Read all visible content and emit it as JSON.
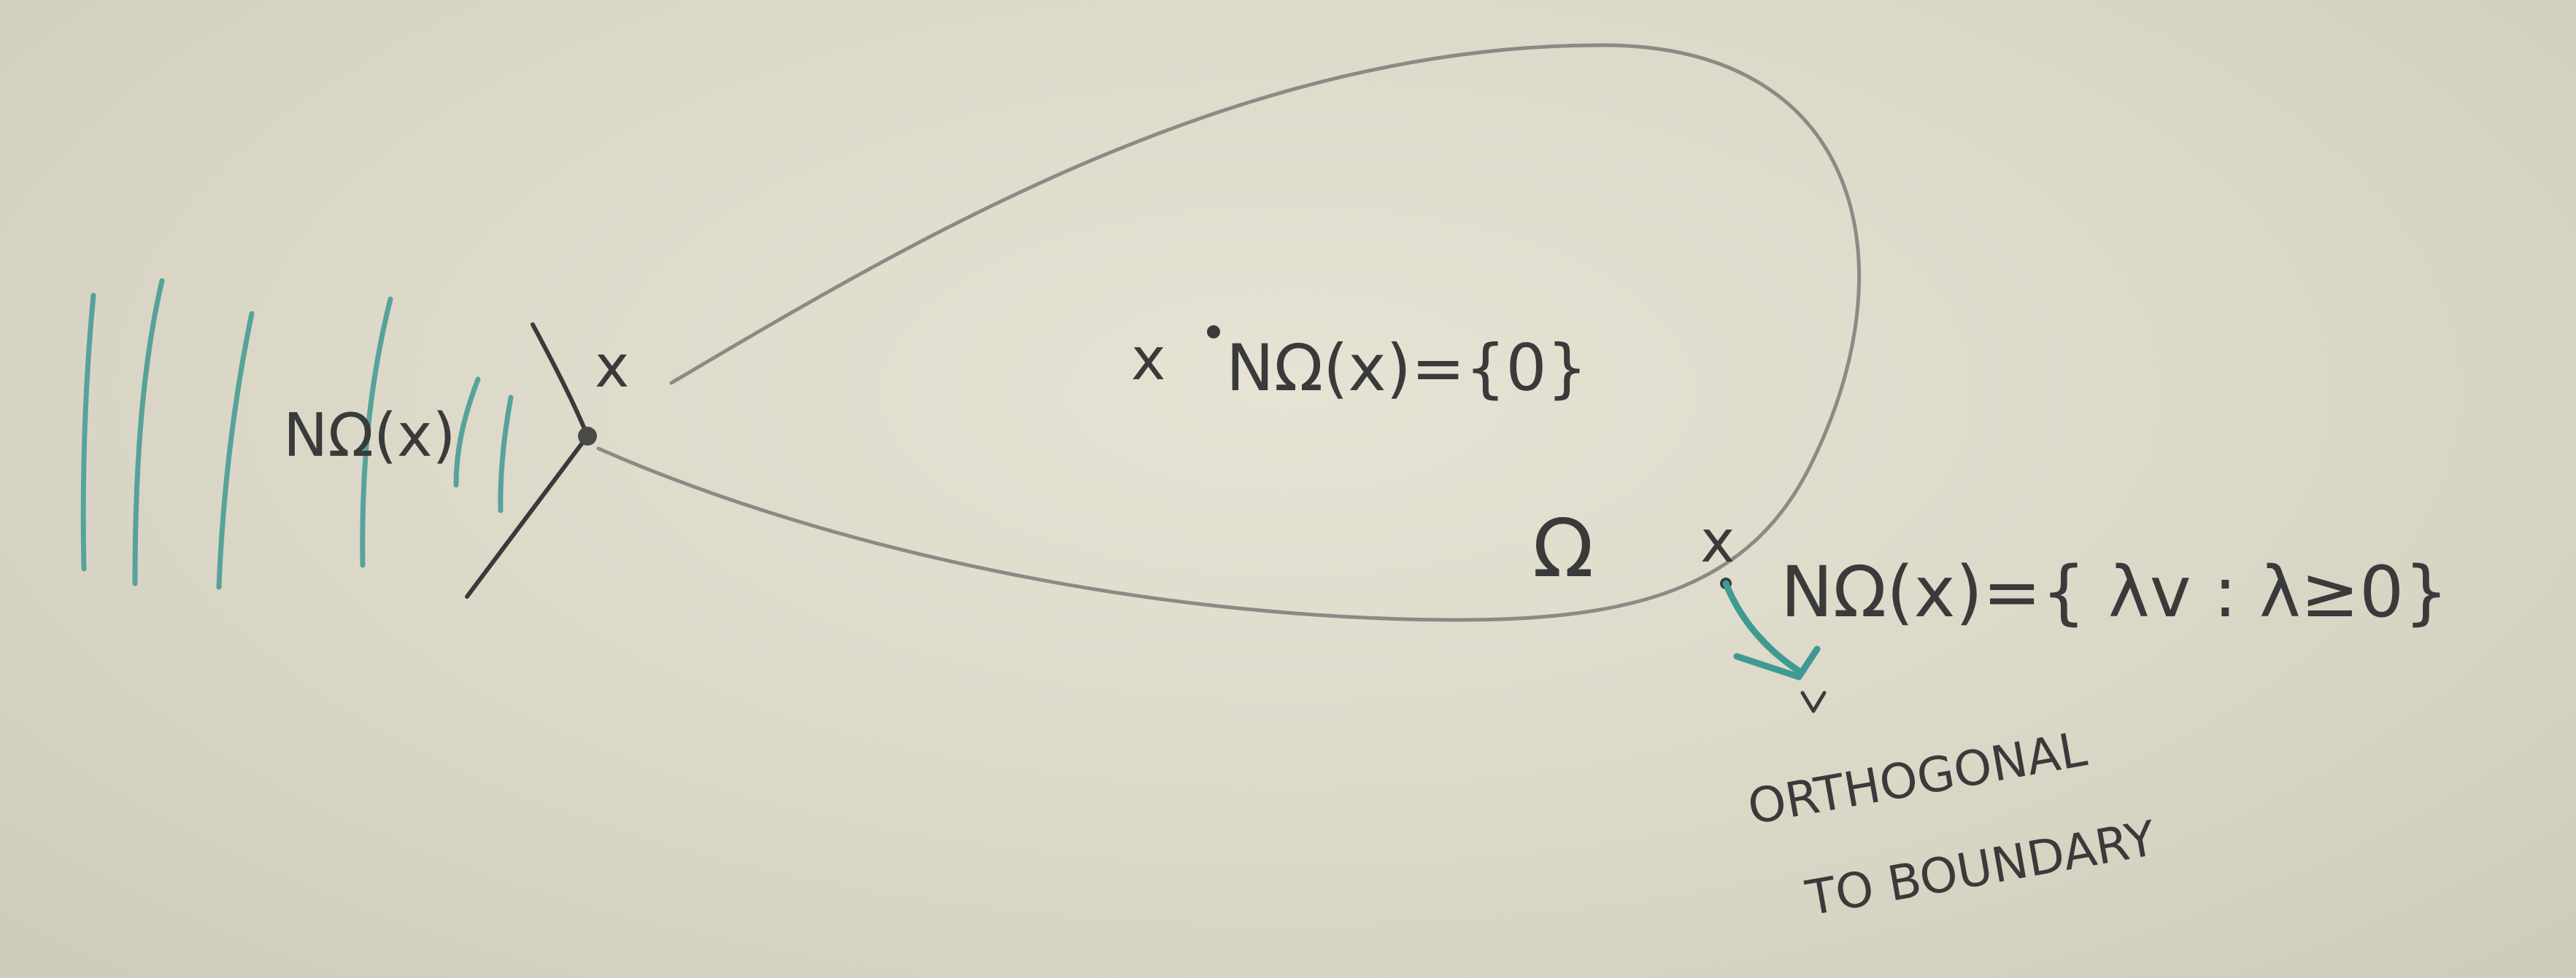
{
  "board": {
    "labels": {
      "interior_point": "x",
      "interior_normal_cone": "NΩ(x)={0}",
      "corner_point": "x",
      "corner_normal_cone": "NΩ(x)",
      "domain_symbol": "Ω",
      "boundary_point": "x",
      "boundary_normal_cone": "NΩ(x)={ λv : λ≥0}",
      "note_line_1": "ORTHOGONAL",
      "note_line_2": "TO BOUNDARY"
    },
    "colors": {
      "background": "#dcd8c8",
      "pencil": "#6e6e6a",
      "ink": "#3a3a3a",
      "teal": "#3f9a92"
    }
  }
}
